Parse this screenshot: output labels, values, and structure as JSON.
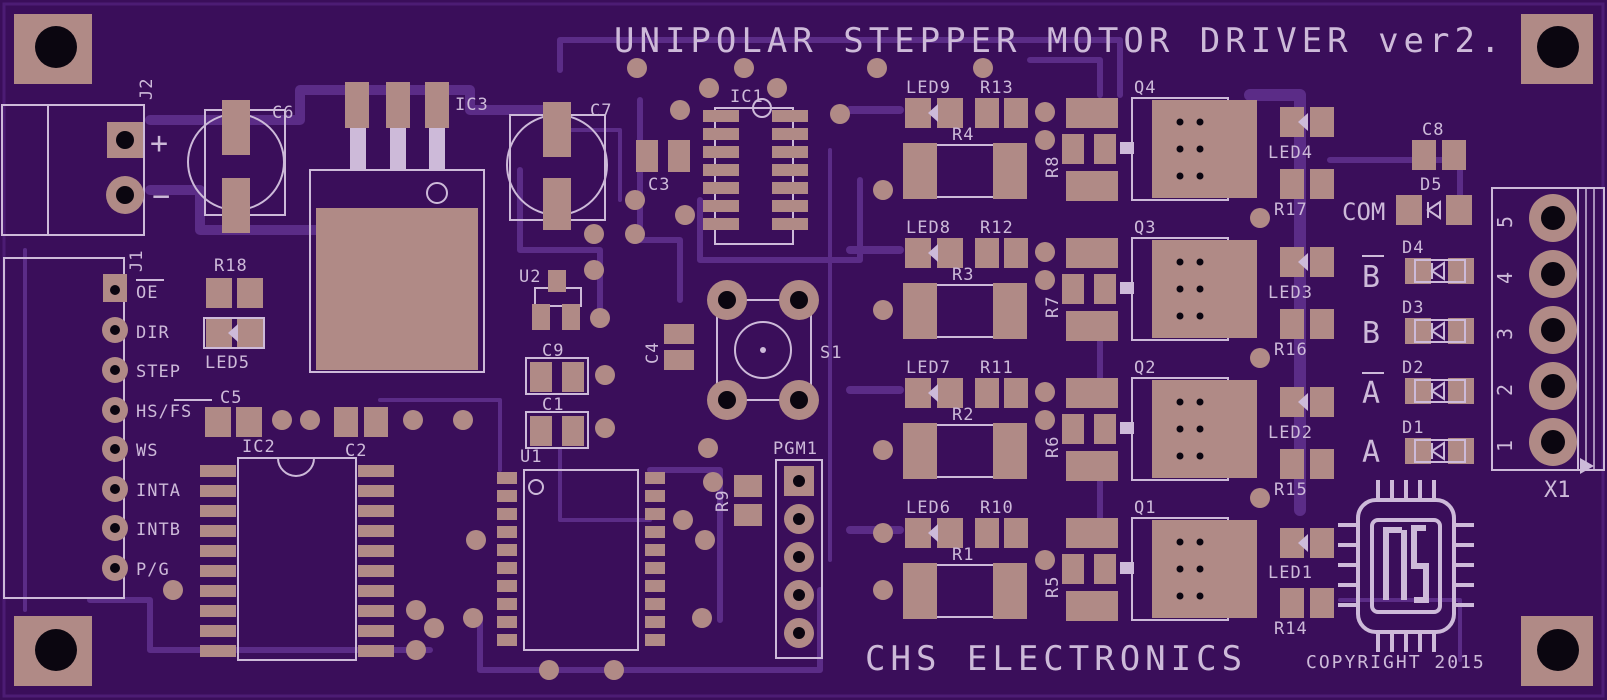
{
  "board": {
    "title": "UNIPOLAR STEPPER MOTOR DRIVER ver2.",
    "maker": "CHS ELECTRONICS",
    "copyright": "COPYRIGHT 2015",
    "logo": "chs-logo",
    "colors": {
      "substrate": "#3a0e5a",
      "trace": "#5b2c87",
      "pad": "#b08a86",
      "silk": "#cdbad9",
      "hole": "#0b0610"
    }
  },
  "power_connector": {
    "ref": "J2",
    "plus": "+",
    "minus": "−"
  },
  "control_connector": {
    "ref": "J1",
    "pins": [
      "OE",
      "DIR",
      "STEP",
      "HS/FS",
      "WS",
      "INTA",
      "INTB",
      "P/G"
    ]
  },
  "output_connector": {
    "ref": "X1",
    "pin_numbers": [
      "5",
      "4",
      "3",
      "2",
      "1"
    ],
    "signals": [
      "COM",
      "B",
      "B",
      "A",
      "A"
    ]
  },
  "parts": {
    "C6": "C6",
    "C7": "C7",
    "IC3": "IC3",
    "IC1": "IC1",
    "C3": "C3",
    "U2": "U2",
    "C9": "C9",
    "C1": "C1",
    "C4": "C4",
    "S1": "S1",
    "C5": "C5",
    "C2": "C2",
    "IC2": "IC2",
    "U1": "U1",
    "PGM1": "PGM1",
    "R9": "R9",
    "R18": "R18",
    "LED5": "LED5",
    "LED9": "LED9",
    "LED8": "LED8",
    "LED7": "LED7",
    "LED6": "LED6",
    "R13": "R13",
    "R12": "R12",
    "R11": "R11",
    "R10": "R10",
    "R4": "R4",
    "R3": "R3",
    "R2": "R2",
    "R1": "R1",
    "R8": "R8",
    "R7": "R7",
    "R6": "R6",
    "R5": "R5",
    "Q4": "Q4",
    "Q3": "Q3",
    "Q2": "Q2",
    "Q1": "Q1",
    "LED4": "LED4",
    "LED3": "LED3",
    "LED2": "LED2",
    "LED1": "LED1",
    "R17": "R17",
    "R16": "R16",
    "R15": "R15",
    "R14": "R14",
    "C8": "C8",
    "D5": "D5",
    "D4": "D4",
    "D3": "D3",
    "D2": "D2",
    "D1": "D1"
  }
}
